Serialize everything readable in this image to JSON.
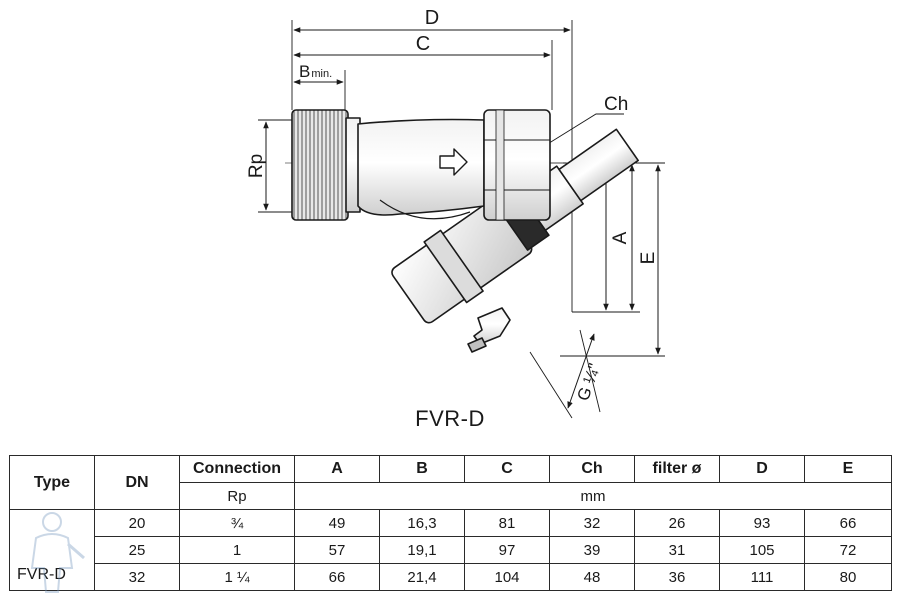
{
  "diagram": {
    "dimension_labels": {
      "d": "D",
      "c": "C",
      "b": "B",
      "b_sub": "min.",
      "rp": "Rp",
      "ch": "Ch",
      "a": "A",
      "e": "E",
      "g": "G ¼\""
    },
    "caption": "FVR-D"
  },
  "table": {
    "headers": {
      "type": "Type",
      "dn": "DN",
      "connection": "Connection",
      "a": "A",
      "b": "B",
      "c": "C",
      "ch": "Ch",
      "filter": "filter ø",
      "d": "D",
      "e": "E"
    },
    "units": {
      "connection": "Rp",
      "dims": "mm"
    },
    "type_value": "FVR-D",
    "rows": [
      {
        "dn": "20",
        "connection": "¾",
        "a": "49",
        "b": "16,3",
        "c": "81",
        "ch": "32",
        "filter": "26",
        "d": "93",
        "e": "66"
      },
      {
        "dn": "25",
        "connection": "1",
        "a": "57",
        "b": "19,1",
        "c": "97",
        "ch": "39",
        "filter": "31",
        "d": "105",
        "e": "72"
      },
      {
        "dn": "32",
        "connection": "1 ¼",
        "a": "66",
        "b": "21,4",
        "c": "104",
        "ch": "48",
        "filter": "36",
        "d": "111",
        "e": "80"
      }
    ]
  }
}
